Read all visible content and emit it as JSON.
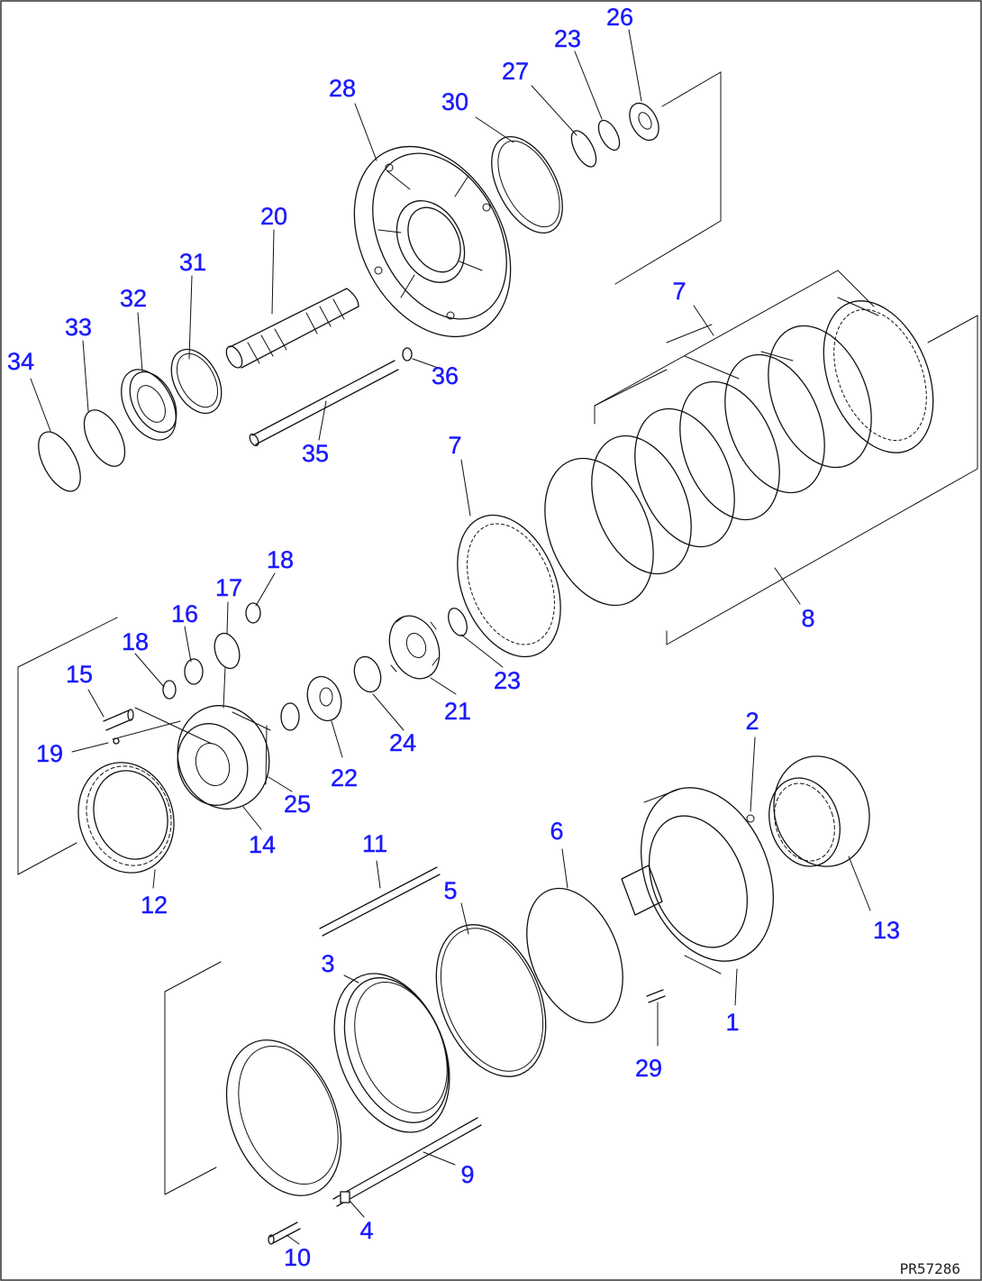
{
  "diagram": {
    "drawing_code": "PR57286",
    "callouts": {
      "c1": "1",
      "c2": "2",
      "c3": "3",
      "c4": "4",
      "c5": "5",
      "c6": "6",
      "c7a": "7",
      "c7b": "7",
      "c8": "8",
      "c9": "9",
      "c10": "10",
      "c11": "11",
      "c12": "12",
      "c13": "13",
      "c14": "14",
      "c15": "15",
      "c16": "16",
      "c17": "17",
      "c18a": "18",
      "c18b": "18",
      "c19": "19",
      "c20": "20",
      "c21": "21",
      "c22": "22",
      "c23a": "23",
      "c23b": "23",
      "c24": "24",
      "c25": "25",
      "c26": "26",
      "c27": "27",
      "c28": "28",
      "c29": "29",
      "c30": "30",
      "c31": "31",
      "c32": "32",
      "c33": "33",
      "c34": "34",
      "c35": "35",
      "c36": "36"
    }
  }
}
